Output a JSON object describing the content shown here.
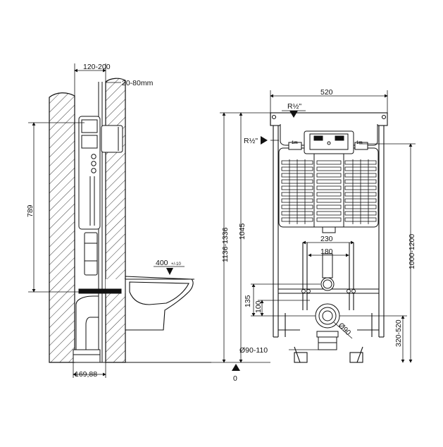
{
  "side_view": {
    "dim_wall_gap": "120-200",
    "dim_frame_depth": "20-80mm",
    "dim_height_789": "789",
    "dim_base_offset": "169,88",
    "dim_bowl_height": "400",
    "dim_bowl_tolerance": "+/-10"
  },
  "front_view": {
    "dim_frame_width": "520",
    "inlet_top_label": "R½\"",
    "inlet_side_label": "R½\"",
    "dim_total_height": "1136-1336",
    "dim_frame_height": "1045",
    "dim_right_height": "1000-1200",
    "dim_bolt_outer": "230",
    "dim_bolt_inner": "180",
    "dim_135": "135",
    "dim_100": "100",
    "dim_pipe_diameter": "Ø90",
    "dim_pipe_range": "Ø90-110",
    "dim_outlet_height": "320-520",
    "mark_1m_left": "1m",
    "mark_1m_right": "1m",
    "floor_zero": "0"
  }
}
